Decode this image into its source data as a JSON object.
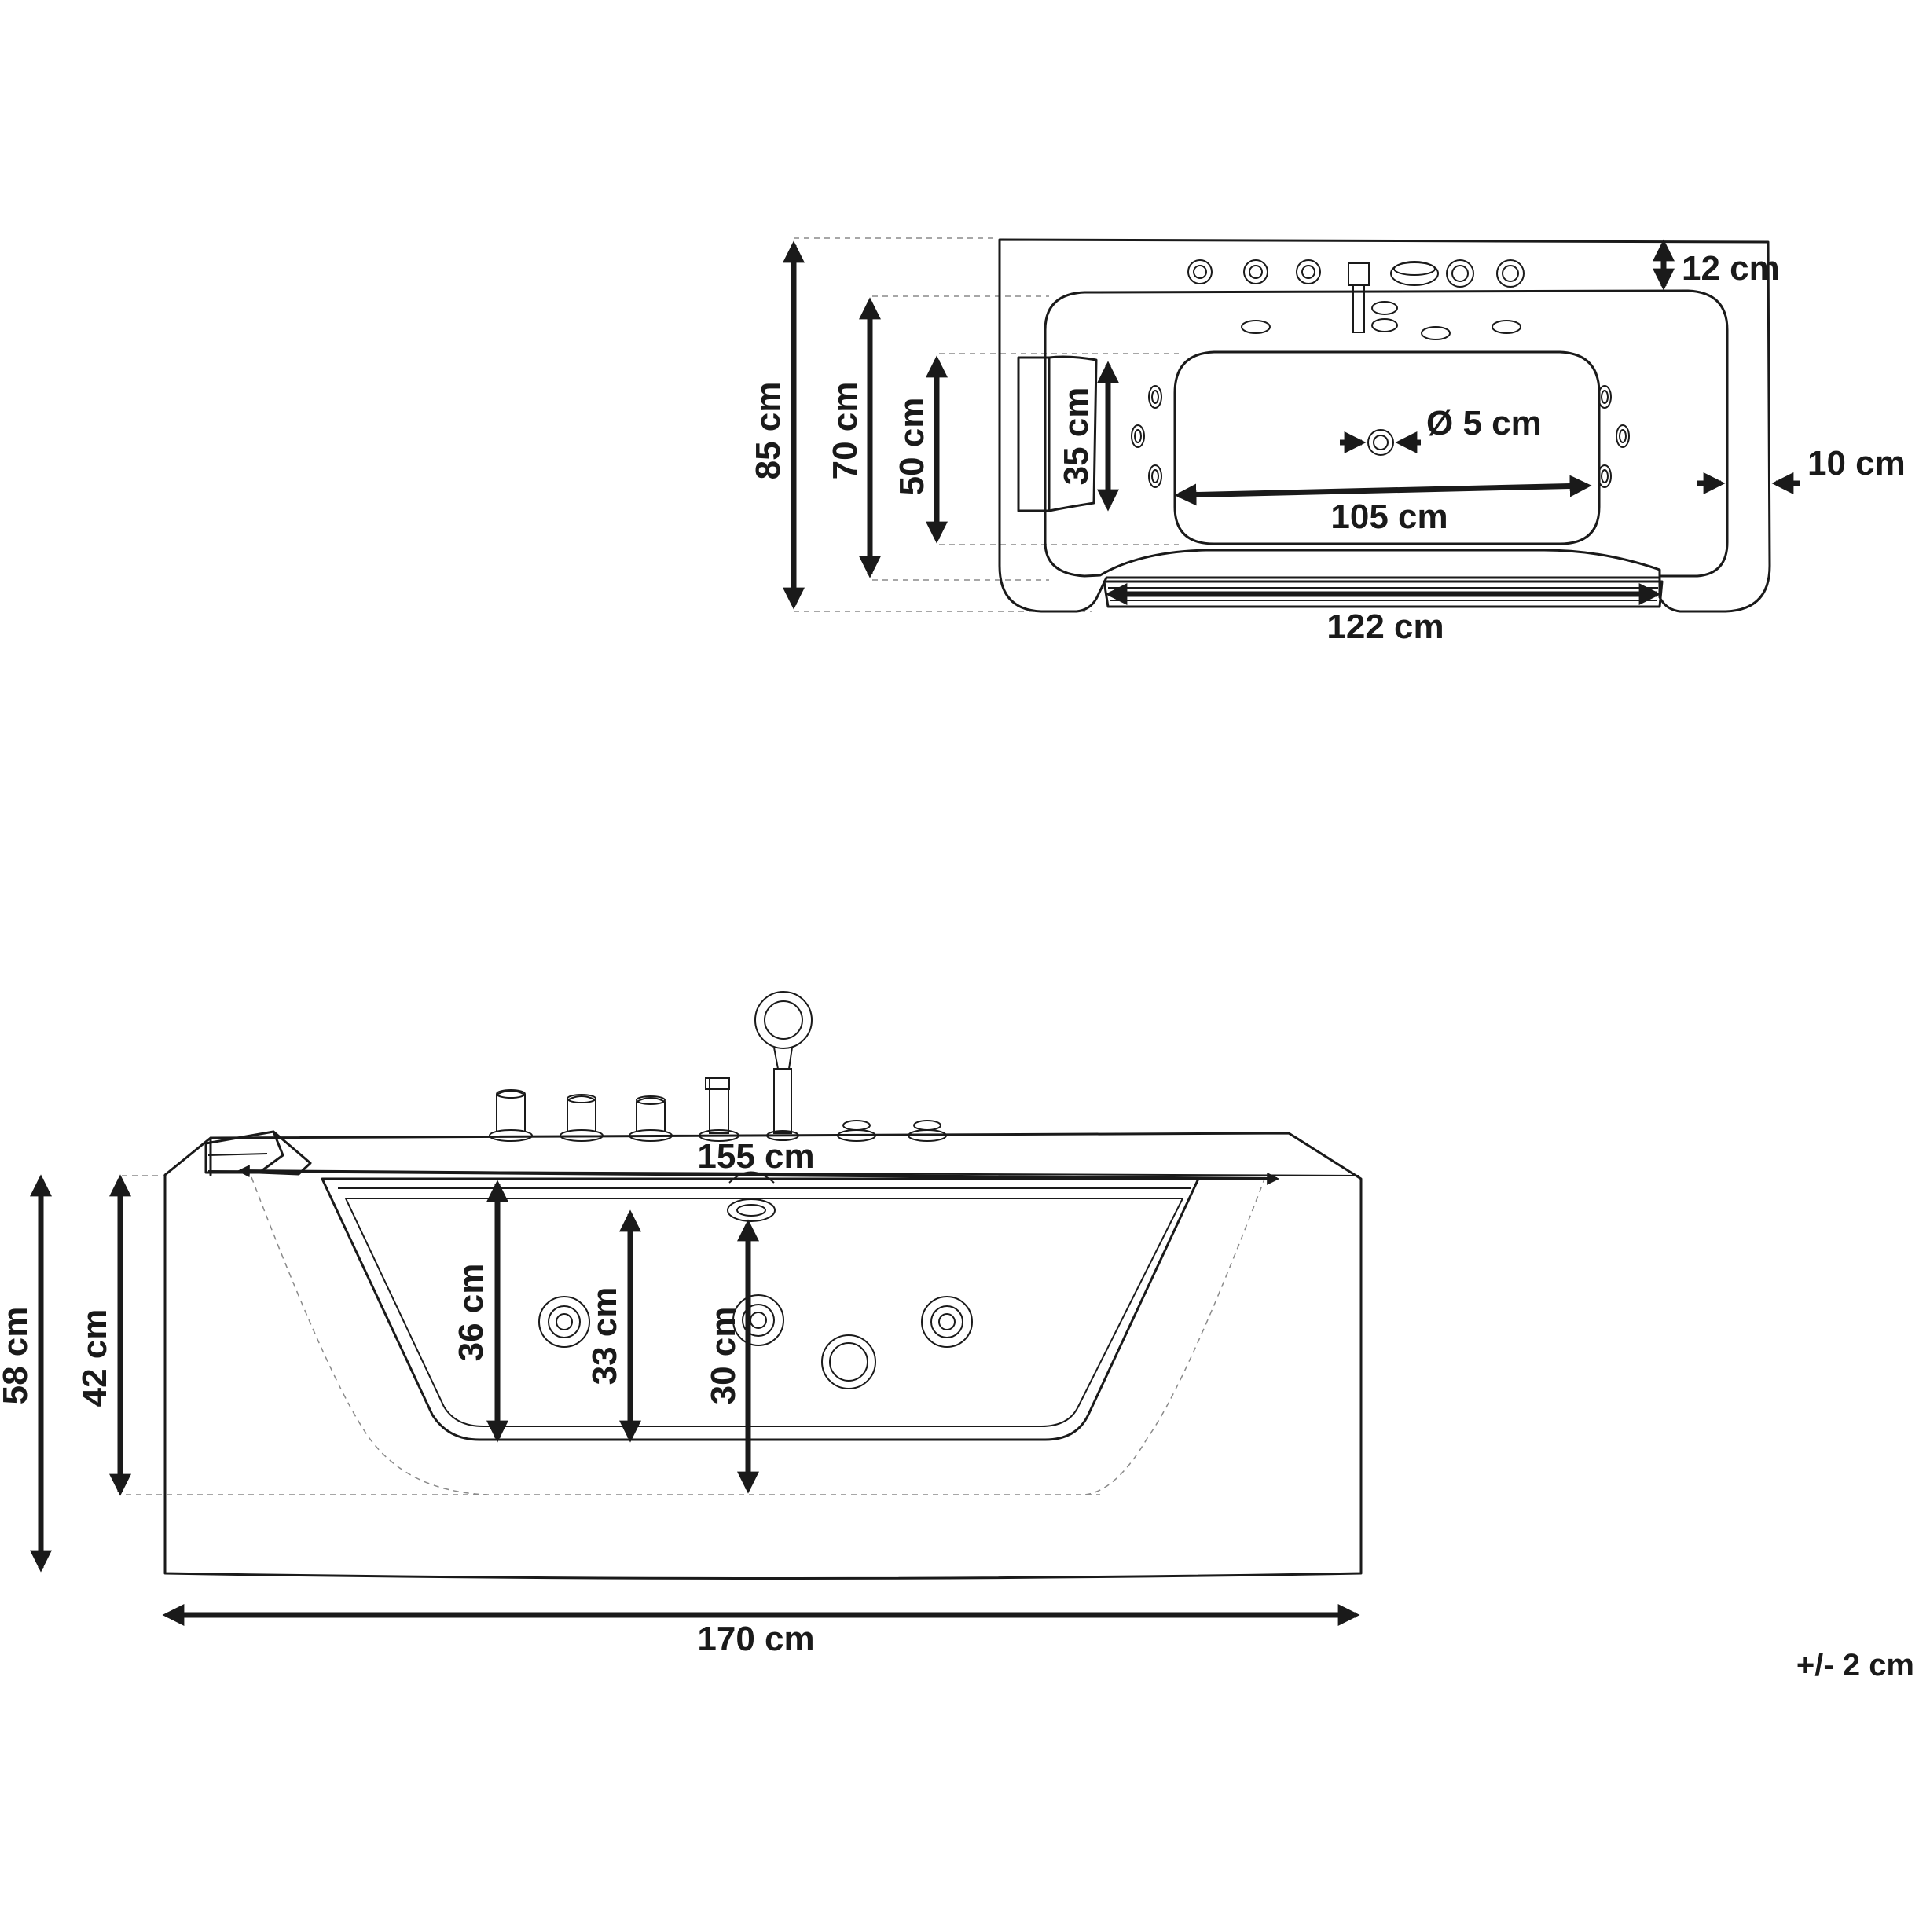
{
  "labels": {
    "top_85": "85 cm",
    "top_70": "70 cm",
    "top_50": "50 cm",
    "top_35": "35 cm",
    "top_12": "12 cm",
    "top_10": "10 cm",
    "top_drain": "Ø 5 cm",
    "top_105": "105 cm",
    "top_122": "122 cm",
    "side_155": "155 cm",
    "side_36": "36 cm",
    "side_33": "33 cm",
    "side_30": "30 cm",
    "side_42": "42 cm",
    "side_58": "58 cm",
    "side_170": "170 cm",
    "tolerance": "+/- 2 cm"
  },
  "colors": {
    "line": "#1a1a1a",
    "dashed": "#8a8a8a",
    "background": "#ffffff"
  }
}
